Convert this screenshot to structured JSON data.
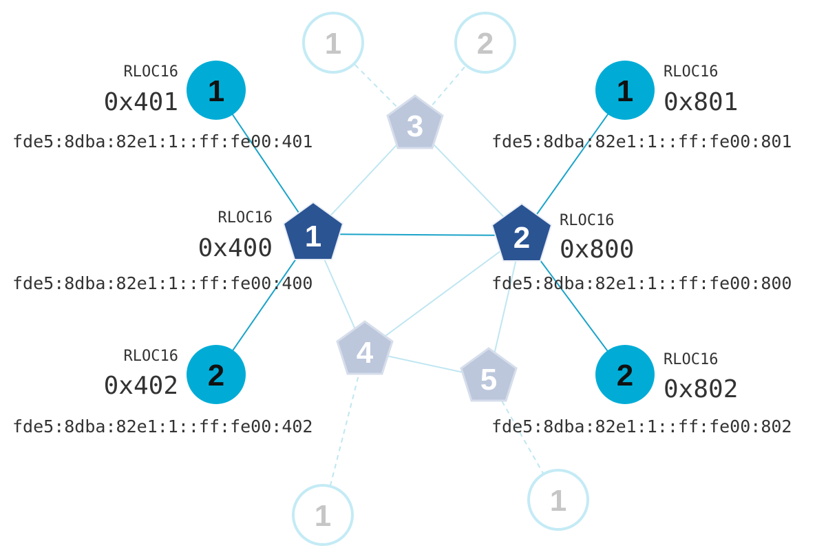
{
  "colors": {
    "router_active": "#2b5493",
    "router_inactive": "#bcc7dc",
    "child_active": "#00acd6",
    "child_inactive_ring": "#c4ebf5",
    "child_inactive_text": "#c6c6c6",
    "edge_strong": "#1aa3c9",
    "edge_light": "#bfe6f1"
  },
  "routers": [
    {
      "id": "r1",
      "label": "1",
      "active": true
    },
    {
      "id": "r2",
      "label": "2",
      "active": true
    },
    {
      "id": "r3",
      "label": "3",
      "active": false
    },
    {
      "id": "r4",
      "label": "4",
      "active": false
    },
    {
      "id": "r5",
      "label": "5",
      "active": false
    }
  ],
  "children": [
    {
      "id": "c401",
      "label": "1",
      "active": true
    },
    {
      "id": "c402",
      "label": "2",
      "active": true
    },
    {
      "id": "c801",
      "label": "1",
      "active": true
    },
    {
      "id": "c802",
      "label": "2",
      "active": true
    },
    {
      "id": "c3a",
      "label": "1",
      "active": false
    },
    {
      "id": "c3b",
      "label": "2",
      "active": false
    },
    {
      "id": "c4a",
      "label": "1",
      "active": false
    },
    {
      "id": "c5a",
      "label": "1",
      "active": false
    }
  ],
  "annotations": [
    {
      "id": "a400",
      "rloc_label": "RLOC16",
      "rloc": "0x400",
      "address": "fde5:8dba:82e1:1::ff:fe00:400"
    },
    {
      "id": "a800",
      "rloc_label": "RLOC16",
      "rloc": "0x800",
      "address": "fde5:8dba:82e1:1::ff:fe00:800"
    },
    {
      "id": "a401",
      "rloc_label": "RLOC16",
      "rloc": "0x401",
      "address": "fde5:8dba:82e1:1::ff:fe00:401"
    },
    {
      "id": "a402",
      "rloc_label": "RLOC16",
      "rloc": "0x402",
      "address": "fde5:8dba:82e1:1::ff:fe00:402"
    },
    {
      "id": "a801",
      "rloc_label": "RLOC16",
      "rloc": "0x801",
      "address": "fde5:8dba:82e1:1::ff:fe00:801"
    },
    {
      "id": "a802",
      "rloc_label": "RLOC16",
      "rloc": "0x802",
      "address": "fde5:8dba:82e1:1::ff:fe00:802"
    }
  ]
}
